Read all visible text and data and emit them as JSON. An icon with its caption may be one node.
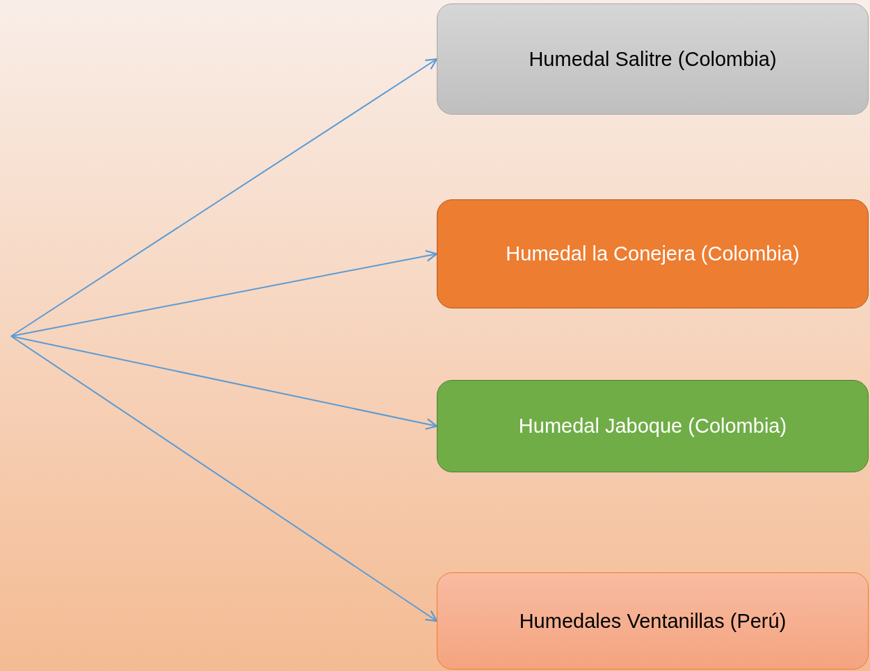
{
  "diagram": {
    "nodes": [
      {
        "text": [
          "Humedal Salitre (Colombia)"
        ]
      },
      {
        "text": [
          "Humedal la Conejera (Colombia)"
        ]
      },
      {
        "text": [
          "Humedal Jaboque (Colombia)"
        ]
      },
      {
        "text": [
          "Humedales Ventanillas (Perú)"
        ]
      }
    ],
    "edges": [
      {
        "from": null,
        "to": 0,
        "arrow": "to"
      },
      {
        "from": null,
        "to": 1,
        "arrow": "to"
      },
      {
        "from": null,
        "to": 2,
        "arrow": "to"
      },
      {
        "from": null,
        "to": 3,
        "arrow": "to"
      }
    ]
  }
}
